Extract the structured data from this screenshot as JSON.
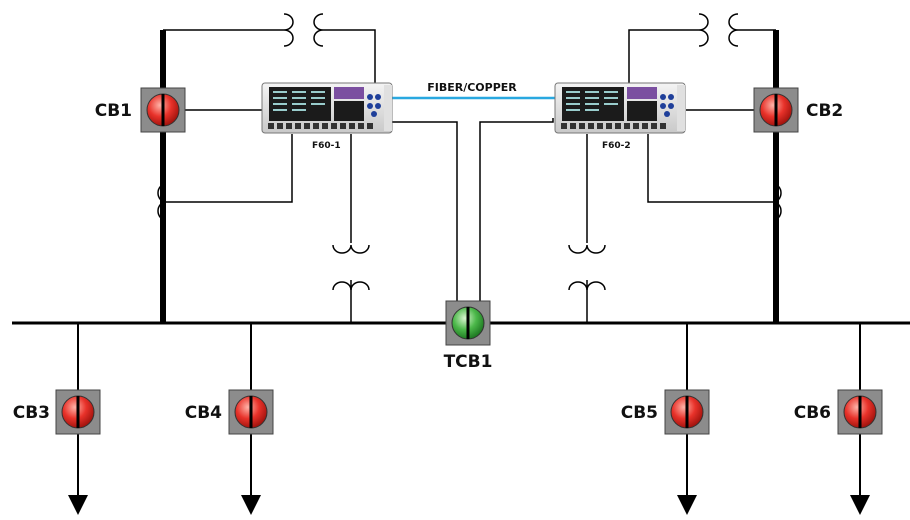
{
  "link_label": "FIBER/COPPER",
  "relays": [
    {
      "id": "relay-f60-1",
      "label": "F60-1"
    },
    {
      "id": "relay-f60-2",
      "label": "F60-2"
    }
  ],
  "breakers": [
    {
      "id": "cb1",
      "label": "CB1",
      "state": "closed",
      "color": "#e8322a"
    },
    {
      "id": "cb2",
      "label": "CB2",
      "state": "closed",
      "color": "#e8322a"
    },
    {
      "id": "tcb1",
      "label": "TCB1",
      "state": "open",
      "color": "#3aa53f"
    },
    {
      "id": "cb3",
      "label": "CB3",
      "state": "closed",
      "color": "#e8322a"
    },
    {
      "id": "cb4",
      "label": "CB4",
      "state": "closed",
      "color": "#e8322a"
    },
    {
      "id": "cb5",
      "label": "CB5",
      "state": "closed",
      "color": "#e8322a"
    },
    {
      "id": "cb6",
      "label": "CB6",
      "state": "closed",
      "color": "#e8322a"
    }
  ],
  "colors": {
    "communication_link": "#29a8e0",
    "breaker_box": "#8c8c8c",
    "relay_screen": "#7b4fa0"
  }
}
